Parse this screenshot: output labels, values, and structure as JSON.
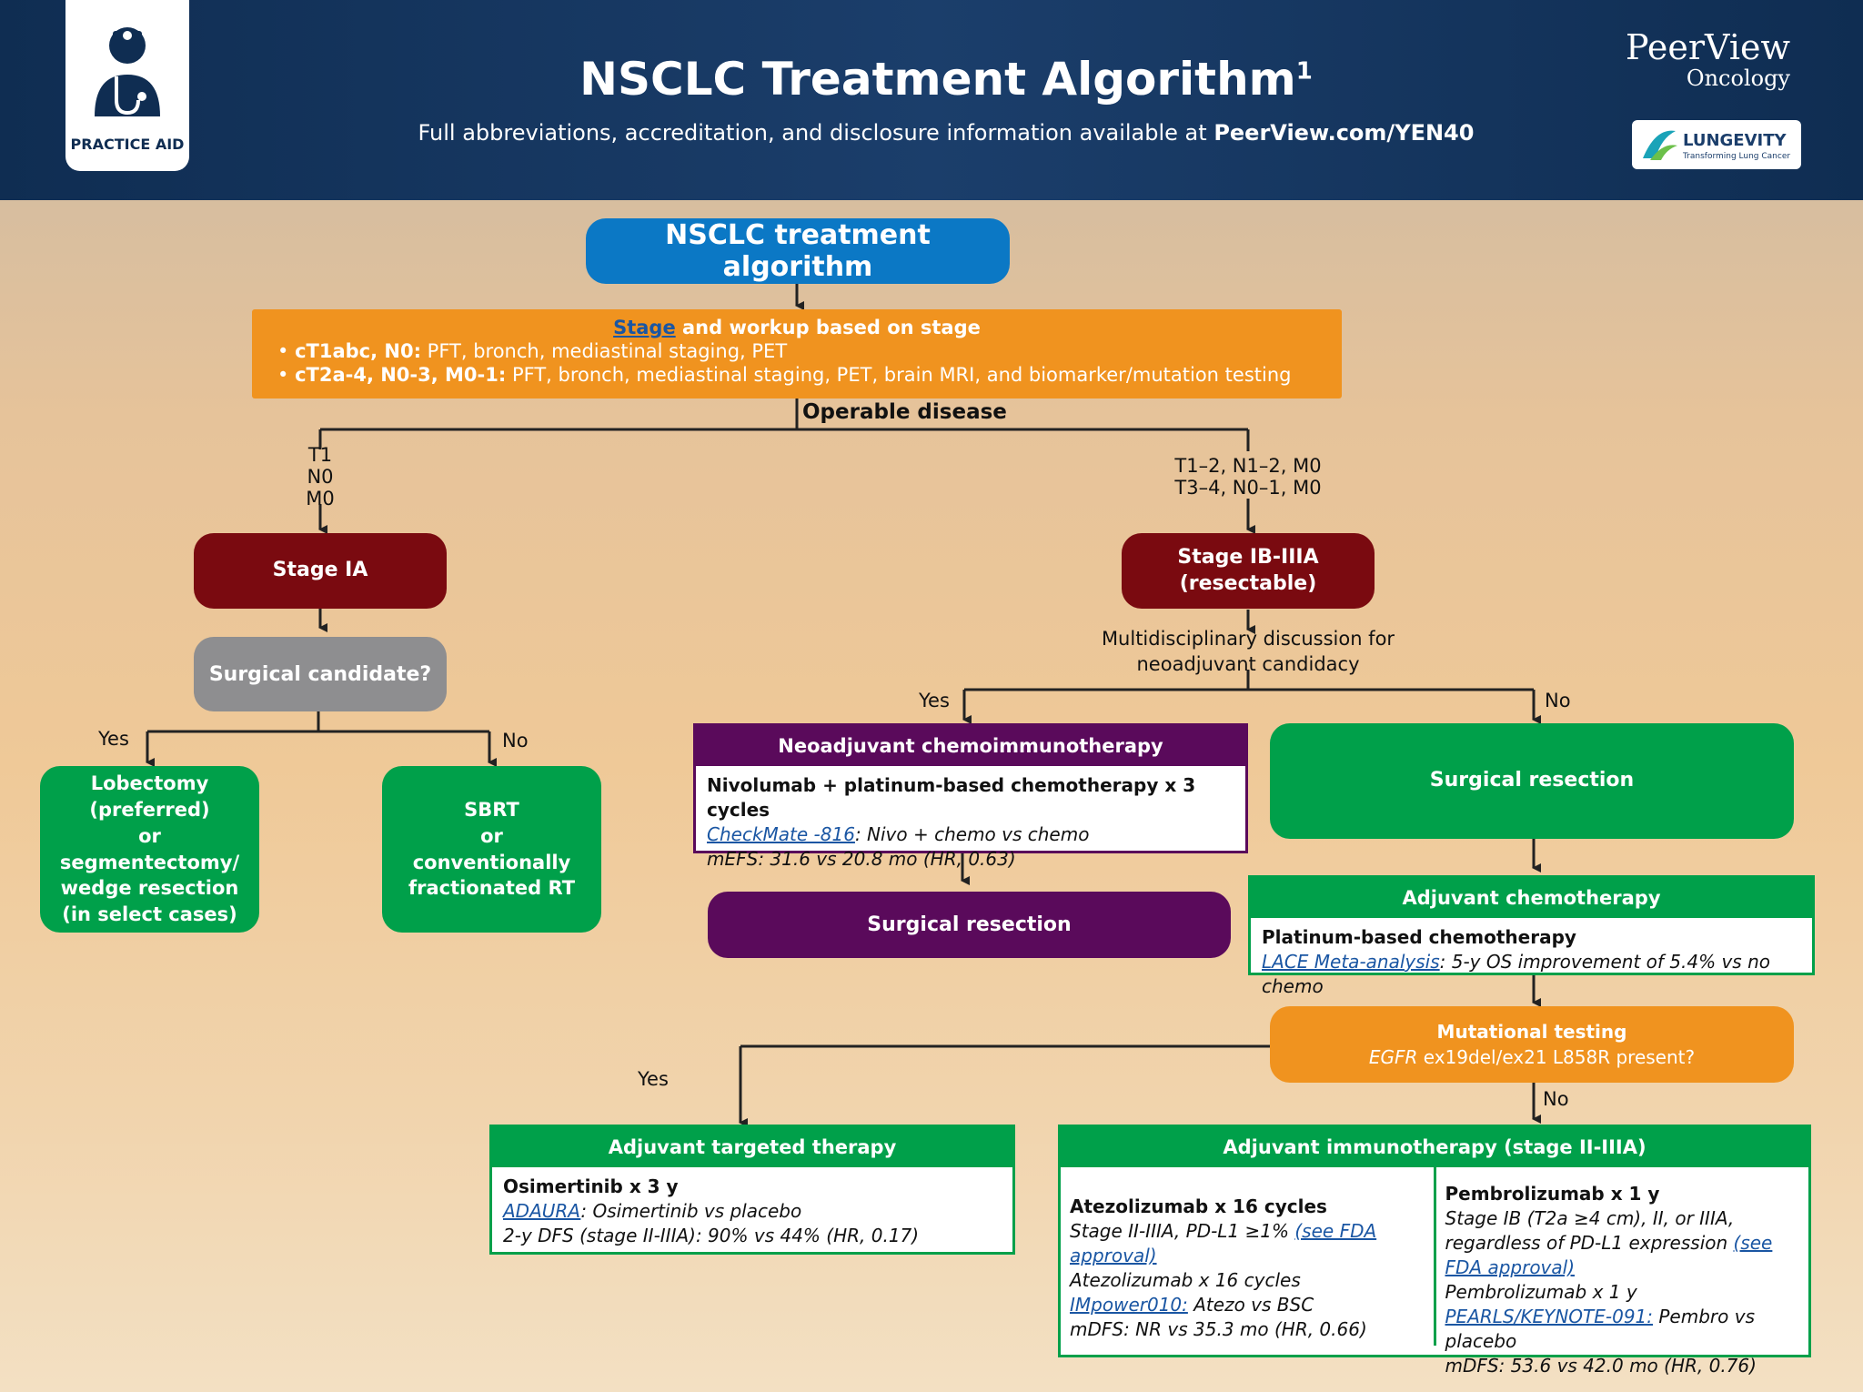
{
  "header": {
    "badge": "PRACTICE AID",
    "title": "NSCLC Treatment Algorithm",
    "title_sup": "1",
    "subtitle": "Full abbreviations, accreditation, and disclosure information available at",
    "subtitle_link": "PeerView.com/YEN40",
    "brand": "PeerView",
    "brand_sub": "Oncology",
    "partner": "LUNGEVITY",
    "partner_tag": "Transforming Lung Cancer"
  },
  "flow": {
    "root": "NSCLC treatment algorithm",
    "stage_link": "Stage",
    "stage_head": " and workup based on stage",
    "stage_items": [
      {
        "bold": "cT1abc, N0:",
        "text": " PFT, bronch, mediastinal staging, PET"
      },
      {
        "bold": "cT2a-4, N0-3, M0-1:",
        "text": " PFT, bronch, mediastinal staging, PET, brain MRI, and biomarker/mutation testing"
      }
    ],
    "operable": "Operable disease",
    "left_branch": [
      "T1",
      "N0",
      "M0"
    ],
    "right_branch": [
      "T1–2, N1–2, M0",
      "T3–4, N0–1, M0"
    ],
    "stage_ia": "Stage IA",
    "stage_ib_1": "Stage IB-IIIA",
    "stage_ib_2": "(resectable)",
    "surgical_candidate": "Surgical candidate?",
    "yes": "Yes",
    "no": "No",
    "lobectomy": [
      "Lobectomy",
      "(preferred)",
      "or",
      "segmentectomy/",
      "wedge resection",
      "(in select cases)"
    ],
    "sbrt": [
      "SBRT",
      "or",
      "conventionally",
      "fractionated RT"
    ],
    "multidisc": [
      "Multidisciplinary discussion for",
      "neoadjuvant candidacy"
    ],
    "neoadj": {
      "head": "Neoadjuvant chemoimmunotherapy",
      "line1": "Nivolumab + platinum-based chemotherapy x 3 cycles",
      "trial": "CheckMate -816",
      "trial_text": ": Nivo + chemo vs chemo",
      "result": "mEFS: 31.6 vs 20.8 mo (HR, 0.63)"
    },
    "surgical_resection": "Surgical resection",
    "adj_chemo": {
      "head": "Adjuvant chemotherapy",
      "line1": "Platinum-based chemotherapy",
      "trial": "LACE Meta-analysis",
      "trial_text": ": 5-y OS improvement of 5.4% vs no chemo"
    },
    "mutational": {
      "title": "Mutational testing",
      "gene": "EGFR",
      "question": " ex19del/ex21 L858R present?"
    },
    "adj_targeted": {
      "head": "Adjuvant targeted therapy",
      "line1": "Osimertinib x 3 y",
      "trial": "ADAURA",
      "trial_text": ": Osimertinib vs placebo",
      "result": "2-y DFS (stage II-IIIA): 90% vs 44% (HR, 0.17)"
    },
    "adj_immuno": {
      "head": "Adjuvant immunotherapy (stage II-IIIA)",
      "atezo": {
        "title": "Atezolizumab x 16 cycles",
        "indication": "Stage II-IIIA, PD-L1 ≥1% ",
        "approval": "(see FDA approval)",
        "regimen": "Atezolizumab x 16 cycles",
        "trial": "IMpower010:",
        "trial_text": " Atezo vs BSC",
        "result": "mDFS: NR vs 35.3 mo (HR, 0.66)"
      },
      "pembro": {
        "title": "Pembrolizumab x 1 y",
        "indication": "Stage IB (T2a ≥4 cm), II, or IIIA, regardless of PD-L1 expression ",
        "approval": "(see FDA approval)",
        "regimen": "Pembrolizumab x 1 y",
        "trial": "PEARLS/KEYNOTE-091:",
        "trial_text": " Pembro vs placebo",
        "result": "mDFS: 53.6 vs 42.0 mo (HR, 0.76)"
      }
    }
  },
  "colors": {
    "navy": "#0f2d52",
    "blue": "#0b78c5",
    "orange": "#f0931f",
    "maroon": "#7a0a10",
    "grey": "#8e8e90",
    "green": "#00a04a",
    "purple": "#5a0a5b"
  }
}
